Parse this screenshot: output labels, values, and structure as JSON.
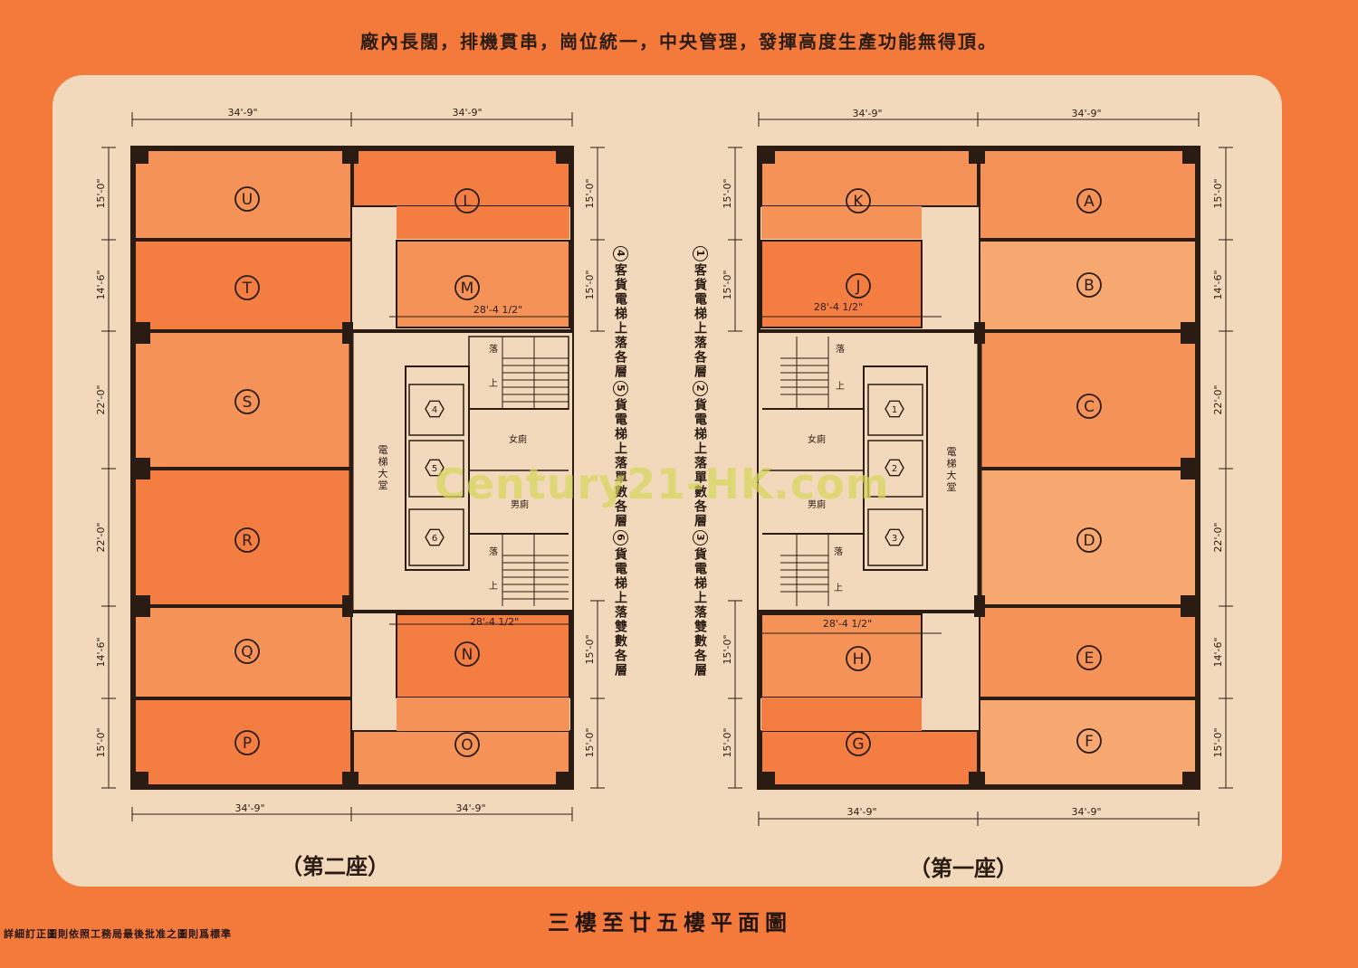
{
  "headline": "廠內長闊，排機貫串，崗位統一，中央管理，發揮高度生產功能無得頂。",
  "footer_title": "三樓至廿五樓平面圖",
  "footer_note": "詳細訂正圖則依照工務局最後批准之圖則爲標準",
  "watermark": "Century21-HK.com",
  "colors": {
    "background": "#f47a3c",
    "panel": "#f3d9bc",
    "unit_dark": "#f47e42",
    "unit_mid": "#f59258",
    "unit_light": "#f7a870"
  },
  "left_block": {
    "label": "（第二座）",
    "top_dims": [
      "34'-9\"",
      "34'-9\""
    ],
    "bottom_dims": [
      "34'-9\"",
      "34'-9\""
    ],
    "left_dims": [
      "15'-0\"",
      "14'-6\"",
      "22'-0\"",
      "22'-0\"",
      "14'-6\"",
      "15'-0\""
    ],
    "right_dims": [
      "15'-0\"",
      "15'-0\"",
      "15'-0\"",
      "15'-0\""
    ],
    "inner_dims": [
      "28'-4 1/2\"",
      "28'-4 1/2\""
    ],
    "lobby": "電梯大堂",
    "women": "女廁",
    "men": "男廁",
    "stair_down": "落",
    "stair_up": "上",
    "elevators": [
      "4",
      "5",
      "6"
    ],
    "units_left": [
      "U",
      "T",
      "S",
      "R",
      "Q",
      "P"
    ],
    "units_right": [
      "L",
      "M",
      "N",
      "O"
    ],
    "notes": [
      {
        "num": "4",
        "text": "客貨電梯上落各層"
      },
      {
        "num": "5",
        "text": "貨電梯上落單數各層"
      },
      {
        "num": "6",
        "text": "貨電梯上落雙數各層"
      }
    ]
  },
  "right_block": {
    "label": "（第一座）",
    "top_dims": [
      "34'-9\"",
      "34'-9\""
    ],
    "bottom_dims": [
      "34'-9\"",
      "34'-9\""
    ],
    "left_dims": [
      "15'-0\"",
      "15'-0\"",
      "15'-0\"",
      "15'-0\""
    ],
    "right_dims": [
      "15'-0\"",
      "14'-6\"",
      "22'-0\"",
      "22'-0\"",
      "14'-6\"",
      "15'-0\""
    ],
    "inner_dims": [
      "28'-4 1/2\"",
      "28'-4 1/2\""
    ],
    "lobby": "電梯大堂",
    "women": "女廁",
    "men": "男廁",
    "stair_down": "落",
    "stair_up": "上",
    "elevators": [
      "1",
      "2",
      "3"
    ],
    "units_left": [
      "K",
      "J",
      "H",
      "G"
    ],
    "units_right": [
      "A",
      "B",
      "C",
      "D",
      "E",
      "F"
    ],
    "notes": [
      {
        "num": "1",
        "text": "客貨電梯上落各層"
      },
      {
        "num": "2",
        "text": "貨電梯上落單數各層"
      },
      {
        "num": "3",
        "text": "貨電梯上落雙數各層"
      }
    ]
  }
}
